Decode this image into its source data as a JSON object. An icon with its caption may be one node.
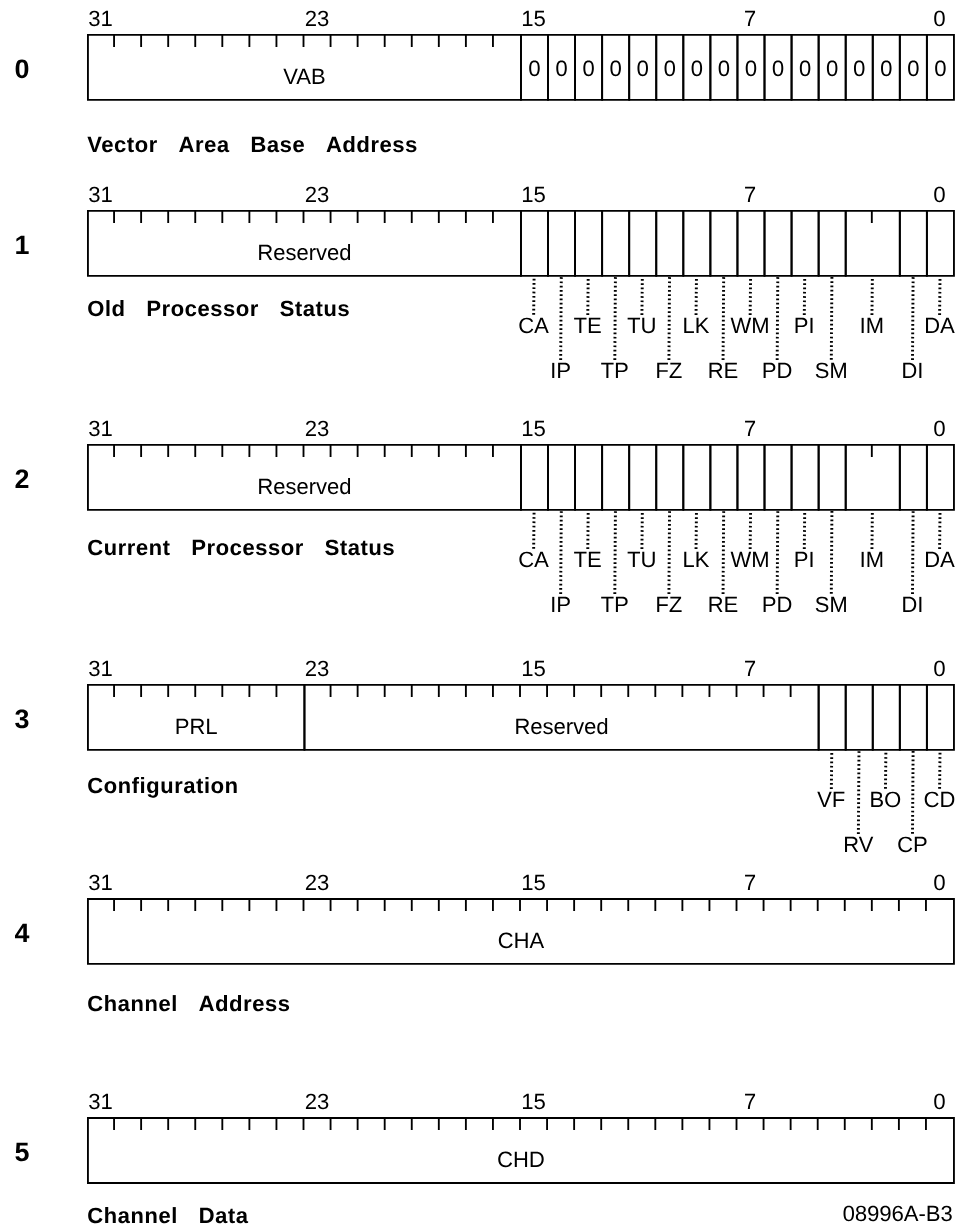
{
  "diagram": {
    "nodes": [
      {
        "text": [
          "VAB"
        ]
      },
      {
        "text": [
          "0"
        ]
      },
      {
        "text": [
          "0"
        ]
      },
      {
        "text": [
          "0"
        ]
      },
      {
        "text": [
          "0"
        ]
      },
      {
        "text": [
          "0"
        ]
      },
      {
        "text": [
          "0"
        ]
      },
      {
        "text": [
          "0"
        ]
      },
      {
        "text": [
          "0"
        ]
      },
      {
        "text": [
          "0"
        ]
      },
      {
        "text": [
          "0"
        ]
      },
      {
        "text": [
          "0"
        ]
      },
      {
        "text": [
          "0"
        ]
      },
      {
        "text": [
          "0"
        ]
      },
      {
        "text": [
          "0"
        ]
      },
      {
        "text": [
          "0"
        ]
      },
      {
        "text": [
          "0"
        ]
      },
      {
        "text": [
          "Reserved"
        ]
      },
      {
        "text": [],
        "shape": "box"
      },
      {
        "text": [],
        "shape": "box"
      },
      {
        "text": [],
        "shape": "box"
      },
      {
        "text": [],
        "shape": "box"
      },
      {
        "text": [],
        "shape": "box"
      },
      {
        "text": [],
        "shape": "box"
      },
      {
        "text": [],
        "shape": "box"
      },
      {
        "text": [],
        "shape": "box"
      },
      {
        "text": [],
        "shape": "box"
      },
      {
        "text": [],
        "shape": "box"
      },
      {
        "text": [],
        "shape": "box"
      },
      {
        "text": [],
        "shape": "box"
      },
      {
        "text": [],
        "shape": "box"
      },
      {
        "text": [],
        "shape": "box"
      },
      {
        "text": [],
        "shape": "box"
      },
      {
        "text": [
          "CA"
        ]
      },
      {
        "text": [
          "TE"
        ]
      },
      {
        "text": [
          "TU"
        ]
      },
      {
        "text": [
          "LK"
        ]
      },
      {
        "text": [
          "WM"
        ]
      },
      {
        "text": [
          "PI"
        ]
      },
      {
        "text": [
          "IM"
        ]
      },
      {
        "text": [
          "DA"
        ]
      },
      {
        "text": [
          "IP"
        ]
      },
      {
        "text": [
          "TP"
        ]
      },
      {
        "text": [
          "FZ"
        ]
      },
      {
        "text": [
          "RE"
        ]
      },
      {
        "text": [
          "PD"
        ]
      },
      {
        "text": [
          "SM"
        ]
      },
      {
        "text": [
          "DI"
        ]
      },
      {
        "text": [
          "Reserved"
        ]
      },
      {
        "text": [],
        "shape": "box"
      },
      {
        "text": [],
        "shape": "box"
      },
      {
        "text": [],
        "shape": "box"
      },
      {
        "text": [],
        "shape": "box"
      },
      {
        "text": [],
        "shape": "box"
      },
      {
        "text": [],
        "shape": "box"
      },
      {
        "text": [],
        "shape": "box"
      },
      {
        "text": [],
        "shape": "box"
      },
      {
        "text": [],
        "shape": "box"
      },
      {
        "text": [],
        "shape": "box"
      },
      {
        "text": [],
        "shape": "box"
      },
      {
        "text": [],
        "shape": "box"
      },
      {
        "text": [],
        "shape": "box"
      },
      {
        "text": [],
        "shape": "box"
      },
      {
        "text": [],
        "shape": "box"
      },
      {
        "text": [
          "CA"
        ]
      },
      {
        "text": [
          "TE"
        ]
      },
      {
        "text": [
          "TU"
        ]
      },
      {
        "text": [
          "LK"
        ]
      },
      {
        "text": [
          "WM"
        ]
      },
      {
        "text": [
          "PI"
        ]
      },
      {
        "text": [
          "IM"
        ]
      },
      {
        "text": [
          "DA"
        ]
      },
      {
        "text": [
          "IP"
        ]
      },
      {
        "text": [
          "TP"
        ]
      },
      {
        "text": [
          "FZ"
        ]
      },
      {
        "text": [
          "RE"
        ]
      },
      {
        "text": [
          "PD"
        ]
      },
      {
        "text": [
          "SM"
        ]
      },
      {
        "text": [
          "DI"
        ]
      },
      {
        "text": [
          "PRL"
        ]
      },
      {
        "text": [
          "Reserved"
        ]
      },
      {
        "text": [],
        "shape": "box"
      },
      {
        "text": [],
        "shape": "box"
      },
      {
        "text": [],
        "shape": "box"
      },
      {
        "text": [],
        "shape": "box"
      },
      {
        "text": [],
        "shape": "box"
      },
      {
        "text": [
          "VF"
        ]
      },
      {
        "text": [
          "BO"
        ]
      },
      {
        "text": [
          "CD"
        ]
      },
      {
        "text": [
          "RV"
        ]
      },
      {
        "text": [
          "CP"
        ]
      },
      {
        "text": [
          "CHA"
        ]
      },
      {
        "text": [
          "CHD"
        ]
      }
    ],
    "edges": [
      {
        "from": 33,
        "to": 18,
        "arrow": "none"
      },
      {
        "from": 34,
        "to": 20,
        "arrow": "none"
      },
      {
        "from": 35,
        "to": 22,
        "arrow": "none"
      },
      {
        "from": 36,
        "to": 24,
        "arrow": "none"
      },
      {
        "from": 37,
        "to": 26,
        "arrow": "none"
      },
      {
        "from": 38,
        "to": 28,
        "arrow": "none"
      },
      {
        "from": 39,
        "to": 30,
        "arrow": "none"
      },
      {
        "from": 40,
        "to": 32,
        "arrow": "none"
      },
      {
        "from": 41,
        "to": 19,
        "arrow": "none"
      },
      {
        "from": 42,
        "to": 21,
        "arrow": "none"
      },
      {
        "from": 43,
        "to": 23,
        "arrow": "none"
      },
      {
        "from": 44,
        "to": 25,
        "arrow": "none"
      },
      {
        "from": 45,
        "to": 27,
        "arrow": "none"
      },
      {
        "from": 46,
        "to": 29,
        "arrow": "none"
      },
      {
        "from": 47,
        "to": 31,
        "arrow": "none"
      },
      {
        "from": 64,
        "to": 49,
        "arrow": "none"
      },
      {
        "from": 65,
        "to": 51,
        "arrow": "none"
      },
      {
        "from": 66,
        "to": 53,
        "arrow": "none"
      },
      {
        "from": 67,
        "to": 55,
        "arrow": "none"
      },
      {
        "from": 68,
        "to": 57,
        "arrow": "none"
      },
      {
        "from": 69,
        "to": 59,
        "arrow": "none"
      },
      {
        "from": 70,
        "to": 61,
        "arrow": "none"
      },
      {
        "from": 71,
        "to": 63,
        "arrow": "none"
      },
      {
        "from": 72,
        "to": 50,
        "arrow": "none"
      },
      {
        "from": 73,
        "to": 52,
        "arrow": "none"
      },
      {
        "from": 74,
        "to": 54,
        "arrow": "none"
      },
      {
        "from": 75,
        "to": 56,
        "arrow": "none"
      },
      {
        "from": 76,
        "to": 58,
        "arrow": "none"
      },
      {
        "from": 77,
        "to": 60,
        "arrow": "none"
      },
      {
        "from": 78,
        "to": 62,
        "arrow": "none"
      },
      {
        "from": 86,
        "to": 81,
        "arrow": "none"
      },
      {
        "from": 87,
        "to": 83,
        "arrow": "none"
      },
      {
        "from": 88,
        "to": 85,
        "arrow": "none"
      },
      {
        "from": 89,
        "to": 82,
        "arrow": "none"
      },
      {
        "from": 90,
        "to": 84,
        "arrow": "none"
      }
    ],
    "labels": [
      "31",
      "23",
      "15",
      "7",
      "0",
      "0",
      "Vector Area Base Address",
      "31",
      "23",
      "15",
      "7",
      "0",
      "1",
      "Old Processor Status",
      "31",
      "23",
      "15",
      "7",
      "0",
      "2",
      "Current Processor Status",
      "31",
      "23",
      "15",
      "7",
      "0",
      "3",
      "Configuration",
      "31",
      "23",
      "15",
      "7",
      "0",
      "4",
      "Channel Address",
      "31",
      "23",
      "15",
      "7",
      "0",
      "5",
      "Channel Data",
      "08996A-B3"
    ]
  }
}
